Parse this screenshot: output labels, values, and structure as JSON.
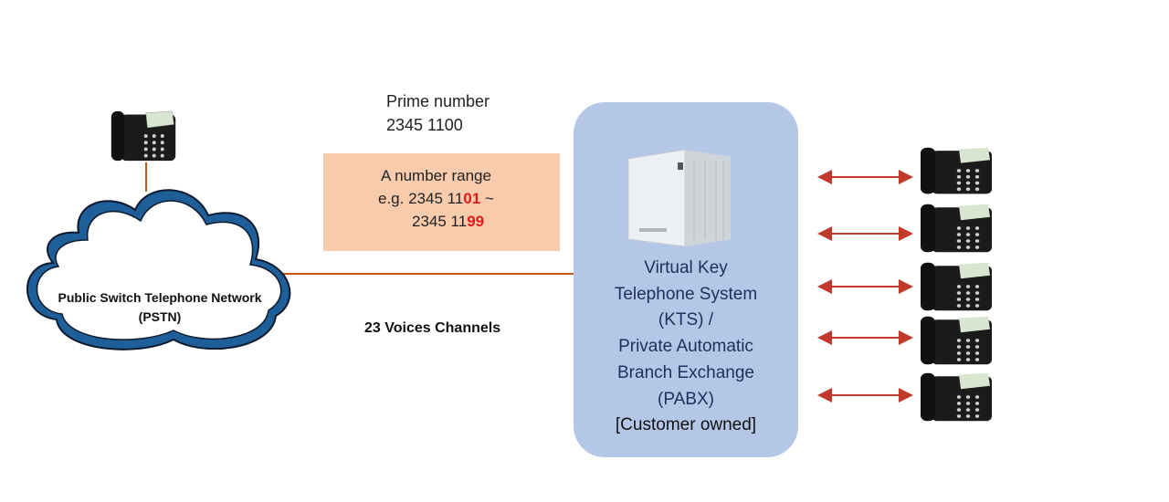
{
  "prime": {
    "line1": "Prime number",
    "line2": "2345 1100"
  },
  "range": {
    "title": "A number range",
    "from_prefix": "e.g. 2345 11",
    "from_suffix": "01",
    "tilde": " ~",
    "to_prefix": "2345 11",
    "to_suffix": "99"
  },
  "channels": "23 Voices  Channels",
  "pstn": {
    "line1": "Public Switch Telephone Network",
    "line2": "(PSTN)"
  },
  "kts": {
    "line1": "Virtual Key",
    "line2": "Telephone System",
    "line3": "(KTS) /",
    "line4": "Private Automatic",
    "line5": "Branch Exchange",
    "line6": "(PABX)",
    "line7": "[Customer owned]"
  },
  "colors": {
    "cloud_fill": "#ffffff",
    "cloud_outline": "#1f5f99",
    "connector": "#c55a11",
    "range_box": "#f8cbad",
    "kts_box": "#b4c7e7",
    "arrow": "#c0392b",
    "highlight": "#e21a1a"
  },
  "icons": {
    "pstn_phone": "desk-phone-icon",
    "pbx": "pbx-unit-icon",
    "extensions": [
      "desk-phone-icon",
      "desk-phone-icon",
      "desk-phone-icon",
      "desk-phone-icon",
      "desk-phone-icon"
    ]
  }
}
